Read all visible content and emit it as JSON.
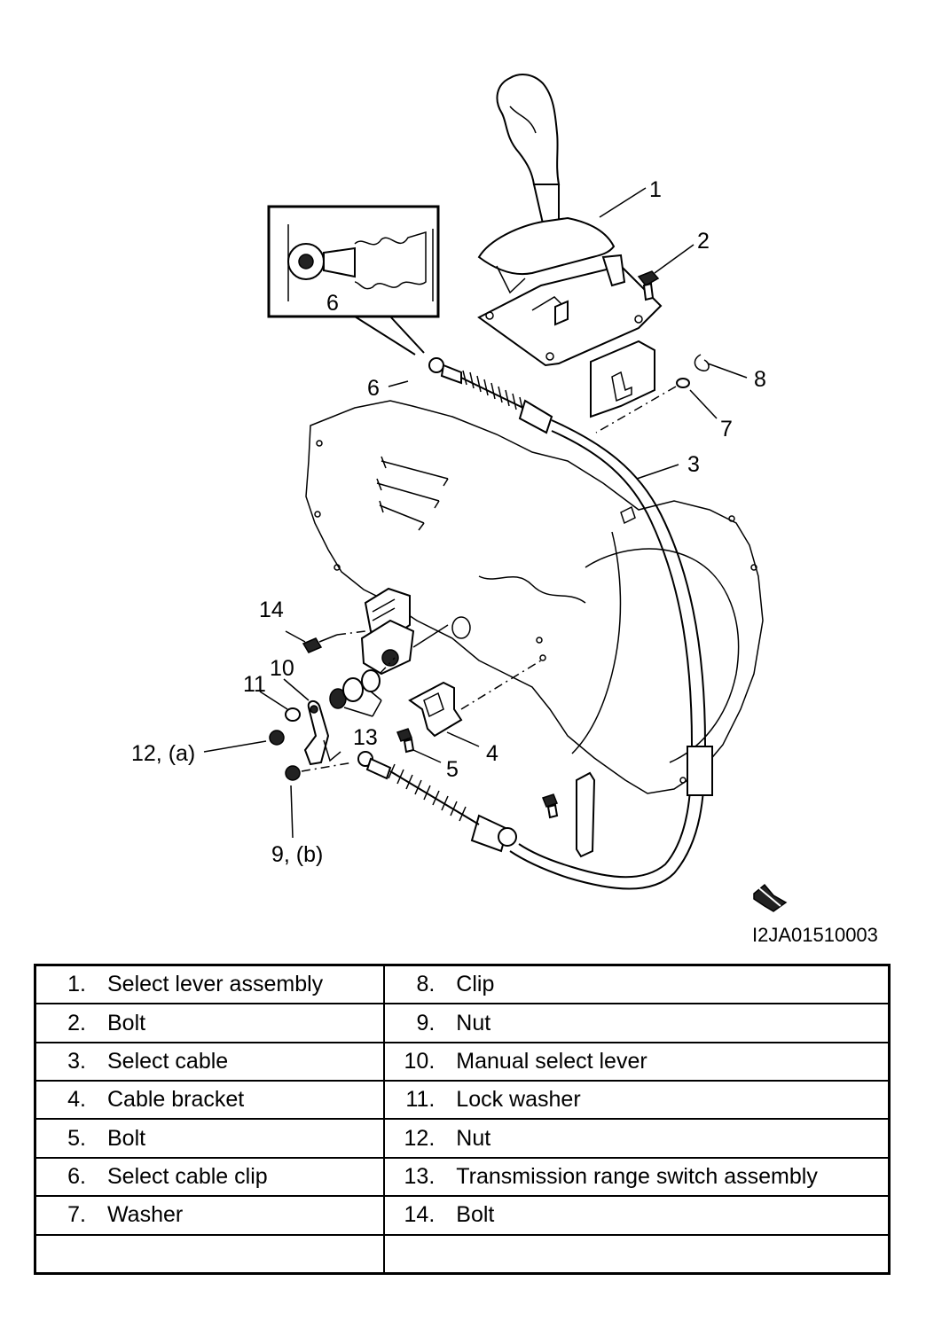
{
  "diagram": {
    "figure_code": "I2JA01510003",
    "callouts": {
      "c1": "1",
      "c2": "2",
      "c3": "3",
      "c4": "4",
      "c5": "5",
      "c6_inset": "6",
      "c6": "6",
      "c7": "7",
      "c8": "8",
      "c9": "9, (b)",
      "c10": "10",
      "c11": "11",
      "c12": "12, (a)",
      "c13": "13",
      "c14": "14"
    }
  },
  "legend": {
    "rows": [
      {
        "left_num": "1.",
        "left_label": "Select lever assembly",
        "right_num": "8.",
        "right_label": "Clip"
      },
      {
        "left_num": "2.",
        "left_label": "Bolt",
        "right_num": "9.",
        "right_label": "Nut"
      },
      {
        "left_num": "3.",
        "left_label": "Select cable",
        "right_num": "10.",
        "right_label": "Manual select lever"
      },
      {
        "left_num": "4.",
        "left_label": "Cable bracket",
        "right_num": "11.",
        "right_label": "Lock washer"
      },
      {
        "left_num": "5.",
        "left_label": "Bolt",
        "right_num": "12.",
        "right_label": "Nut"
      },
      {
        "left_num": "6.",
        "left_label": "Select cable clip",
        "right_num": "13.",
        "right_label": "Transmission range switch assembly"
      },
      {
        "left_num": "7.",
        "left_label": "Washer",
        "right_num": "14.",
        "right_label": "Bolt"
      },
      {
        "left_num": "",
        "left_label": "",
        "right_num": "",
        "right_label": ""
      }
    ]
  }
}
